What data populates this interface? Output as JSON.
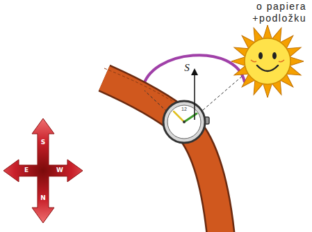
{
  "diagram": {
    "labels": [
      "o papiera",
      "+podložku",
      "S",
      "E",
      "W",
      "N",
      "S",
      "12"
    ]
  }
}
